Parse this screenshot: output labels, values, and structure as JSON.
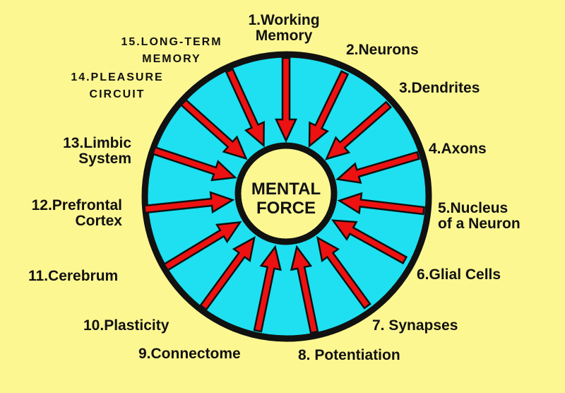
{
  "center": {
    "line1": "MENTAL",
    "line2": "FORCE"
  },
  "labels": [
    {
      "line1": "1.Working",
      "line2": "Memory"
    },
    {
      "line1": "2.Neurons"
    },
    {
      "line1": "3.Dendrites"
    },
    {
      "line1": "4.Axons"
    },
    {
      "line1": "5.Nucleus",
      "line2": "of a Neuron"
    },
    {
      "line1": "6.Glial Cells"
    },
    {
      "line1": "7. Synapses"
    },
    {
      "line1": "8. Potentiation"
    },
    {
      "line1": "9.Connectome"
    },
    {
      "line1": "10.Plasticity"
    },
    {
      "line1": "11.Cerebrum"
    },
    {
      "line1": "12.Prefrontal",
      "line2": "Cortex"
    },
    {
      "line1": "13.Limbic",
      "line2": "System"
    },
    {
      "line1": "14.PLEASURE",
      "line2": "CIRCUIT"
    },
    {
      "line1": "15.LONG-TERM",
      "line2": "MEMORY"
    }
  ],
  "colors": {
    "background": "#fdf792",
    "ring": "#1ee0f0",
    "arrow": "#ee1111",
    "outline": "#111111",
    "core": "#fdf792"
  }
}
